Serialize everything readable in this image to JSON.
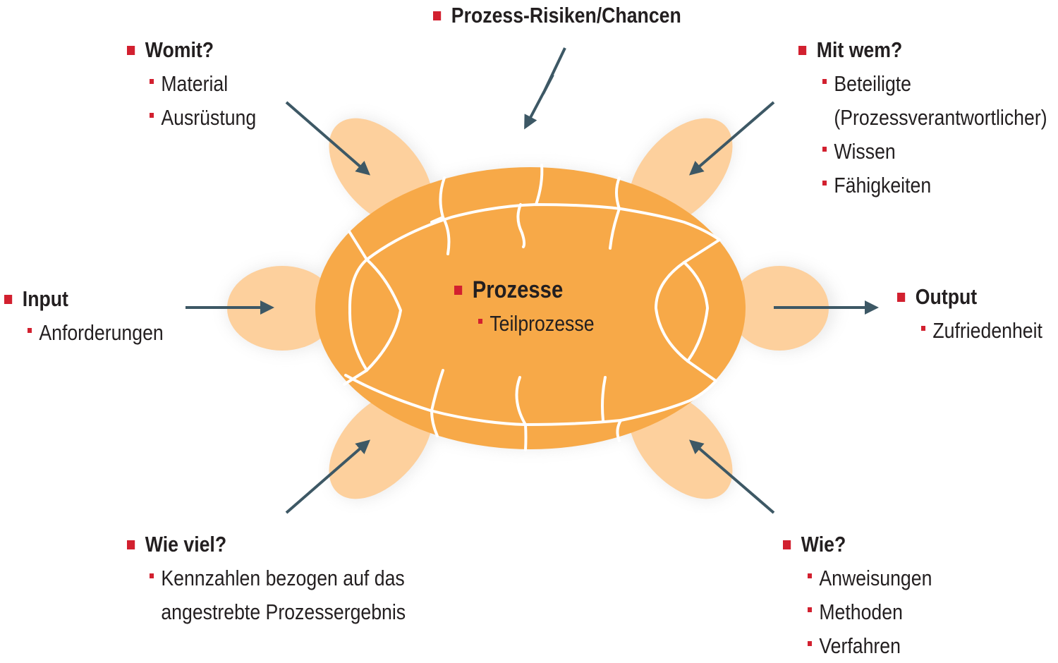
{
  "colors": {
    "shell": "#f7a948",
    "limb": "#fdd09d",
    "arrow": "#3d5865",
    "bullet": "#d2202f",
    "text": "#231f20",
    "crack": "#ffffff"
  },
  "center": {
    "title": "Prozesse",
    "items": [
      "Teilprozesse"
    ]
  },
  "top": {
    "title": "Prozess-Risiken/Chancen"
  },
  "top_left": {
    "title": "Womit?",
    "items": [
      "Material",
      "Ausrüstung"
    ]
  },
  "top_right": {
    "title": "Mit wem?",
    "items": [
      {
        "line1": "Beteiligte",
        "line2": "(Prozessverantwortlicher)"
      },
      {
        "line1": "Wissen",
        "line2": ""
      },
      {
        "line1": "Fähigkeiten",
        "line2": ""
      }
    ]
  },
  "left": {
    "title": "Input",
    "items": [
      "Anforderungen"
    ]
  },
  "right": {
    "title": "Output",
    "items": [
      "Zufriedenheit"
    ]
  },
  "bottom_left": {
    "title": "Wie viel?",
    "items": [
      {
        "line1": "Kennzahlen bezogen auf das",
        "line2": "angestrebte Prozessergebnis"
      }
    ]
  },
  "bottom_right": {
    "title": "Wie?",
    "items": [
      "Anweisungen",
      "Methoden",
      "Verfahren"
    ]
  }
}
